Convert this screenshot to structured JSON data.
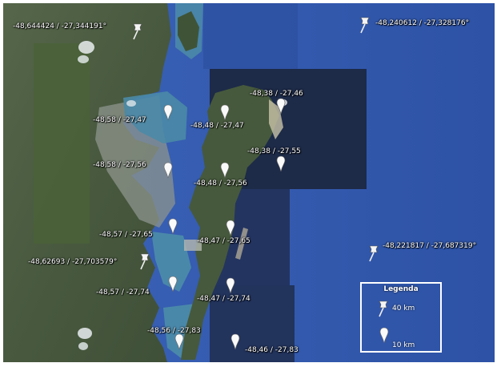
{
  "legend": {
    "title": "Legenda",
    "items": [
      {
        "icon": "pushpin-icon",
        "label": "40 km"
      },
      {
        "icon": "teardrop-pin-icon",
        "label": "10 km"
      }
    ]
  },
  "markers": [
    {
      "id": "m1",
      "icon": "pushpin-icon",
      "label": "-48,644424 / -27,344191°"
    },
    {
      "id": "m2",
      "icon": "pushpin-icon",
      "label": "-48,240612 / -27,328176°"
    },
    {
      "id": "m3",
      "icon": "pushpin-icon",
      "label": "-48,221817 / -27,687319°"
    },
    {
      "id": "m4",
      "icon": "pushpin-icon",
      "label": "-48,62693 / -27,703579°"
    },
    {
      "id": "p1",
      "icon": "teardrop-pin-icon",
      "label": "-48,58 / -27,47"
    },
    {
      "id": "p2",
      "icon": "teardrop-pin-icon",
      "label": "-48,48 / -27,47"
    },
    {
      "id": "p3",
      "icon": "teardrop-pin-icon",
      "label": "-48,38 / -27,46"
    },
    {
      "id": "p4",
      "icon": "teardrop-pin-icon",
      "label": "-48,38 / -27,55"
    },
    {
      "id": "p5",
      "icon": "teardrop-pin-icon",
      "label": "-48,58 / -27,56"
    },
    {
      "id": "p6",
      "icon": "teardrop-pin-icon",
      "label": "-48,48 / -27,56"
    },
    {
      "id": "p7",
      "icon": "teardrop-pin-icon",
      "label": "-48,57 / -27,65"
    },
    {
      "id": "p8",
      "icon": "teardrop-pin-icon",
      "label": "-48,47 / -27,65"
    },
    {
      "id": "p9",
      "icon": "teardrop-pin-icon",
      "label": "-48,57 / -27,74"
    },
    {
      "id": "p10",
      "icon": "teardrop-pin-icon",
      "label": "-48,47 / -27,74"
    },
    {
      "id": "p11",
      "icon": "teardrop-pin-icon",
      "label": "-48,56 / -27,83"
    },
    {
      "id": "p12",
      "icon": "teardrop-pin-icon",
      "label": "-48,46 / -27,83"
    }
  ],
  "colors": {
    "ocean": "#2f55a8",
    "land": "#4a5f3a",
    "urban": "#8a9088",
    "shallow_water": "#4f8fa8",
    "imagery_tile": "#1e2b4a"
  }
}
